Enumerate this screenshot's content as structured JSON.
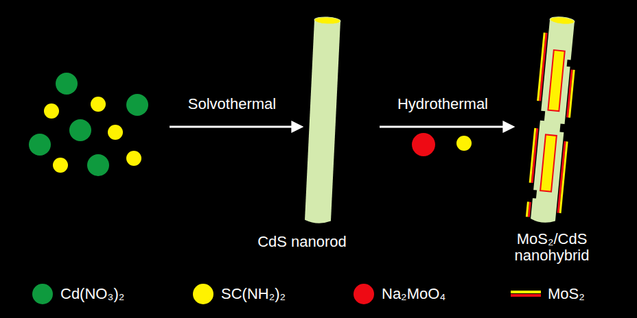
{
  "diagram": {
    "labels": [
      "Solvothermal",
      "Hydrothermal",
      "CdS nanorod",
      "MoS₂/CdS nanohybrid"
    ],
    "legend": [
      {
        "text": "Cd(NO₃)₂",
        "color": "#0e9a3e"
      },
      {
        "text": "SC(NH₂)₂",
        "color": "#fff200"
      },
      {
        "text": "Na₂MoO₄",
        "color": "#ee0a14"
      },
      {
        "text": "MoS₂"
      }
    ]
  }
}
